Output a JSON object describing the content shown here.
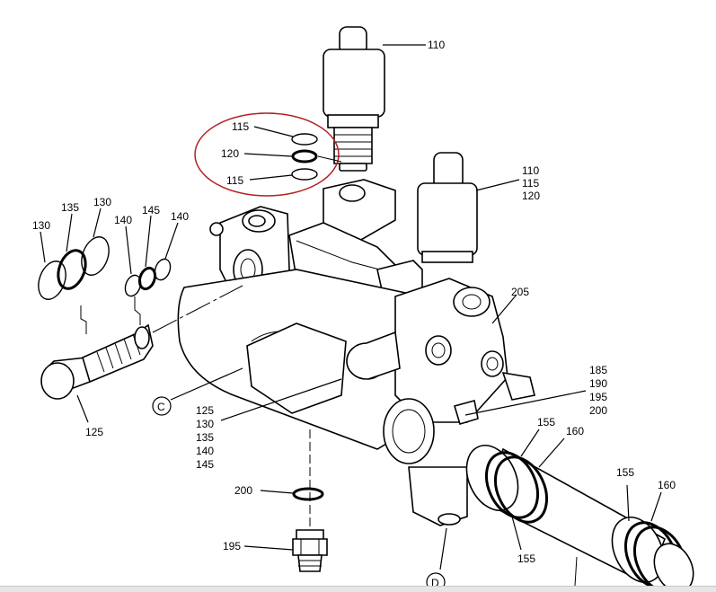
{
  "labels": {
    "l110_top": "110",
    "l115_a": "115",
    "l120": "120",
    "l115_b": "115",
    "l110_r": "110",
    "l115_r": "115",
    "l120_r": "120",
    "l130_a": "130",
    "l135": "135",
    "l130_b": "130",
    "l140_a": "140",
    "l145": "145",
    "l140_b": "140",
    "l205": "205",
    "l185": "185",
    "l190": "190",
    "l195_r": "195",
    "l200_r": "200",
    "l125_a": "125",
    "lC": "C",
    "l125_b": "125",
    "l130_c": "130",
    "l135_b": "135",
    "l140_c": "140",
    "l145_b": "145",
    "l155_a": "155",
    "l160_a": "160",
    "l155_b": "155",
    "l160_b": "160",
    "l155_c": "155",
    "l200_b": "200",
    "l195_b": "195",
    "lD": "D"
  },
  "colors": {
    "line": "#000000",
    "highlight": "#b22222",
    "background": "#ffffff"
  }
}
